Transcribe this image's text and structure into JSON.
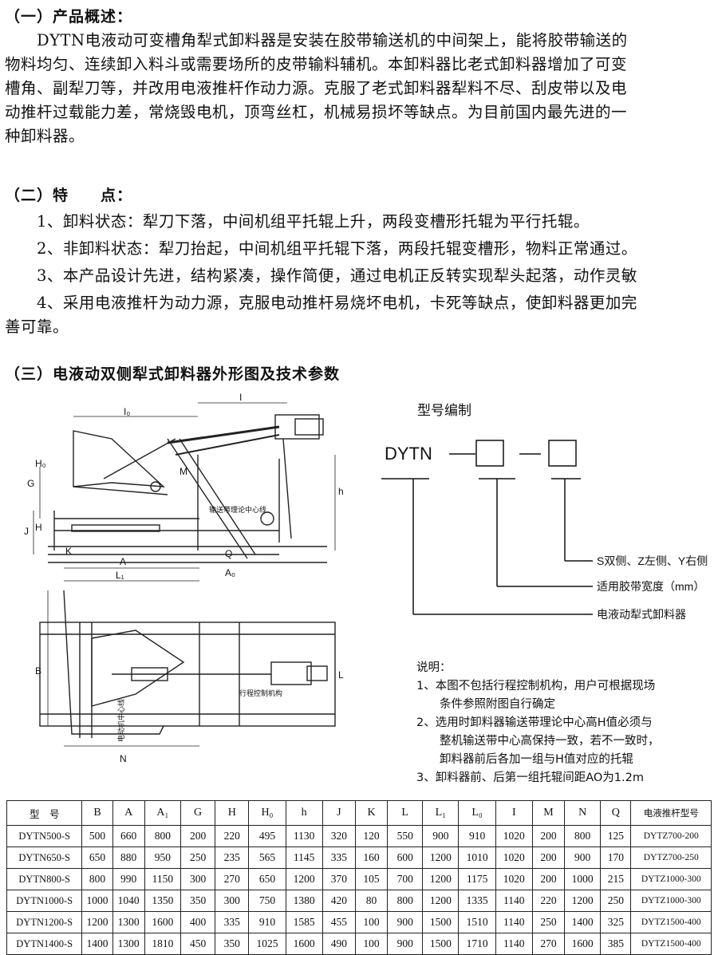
{
  "section1": {
    "title": "（一）产品概述：",
    "lines": [
      "DYTN电液动可变槽角犁式卸料器是安装在胶带输送机的中间架上，能将胶带输送的",
      "物料均匀、连续卸入料斗或需要场所的皮带输料辅机。本卸料器比老式卸料器增加了可变",
      "槽角、副犁刀等，并改用电液推杆作动力源。克服了老式卸料器犁料不尽、刮皮带以及电",
      "动推杆过载能力差，常烧毁电机，顶弯丝杠，机械易损坏等缺点。为目前国内最先进的一",
      "种卸料器。"
    ]
  },
  "section2": {
    "title": "（二）特　　点：",
    "items": [
      "1、卸料状态：犁刀下落，中间机组平托辊上升，两段变槽形托辊为平行托辊。",
      "2、非卸料状态：犁刀抬起，中间机组平托辊下落，两段托辊变槽形，物料正常通过。",
      "3、本产品设计先进，结构紧凑，操作简便，通过电机正反转实现犁头起落，动作灵敏",
      "4、采用电液推杆为动力源，克服电动推杆易烧坏电机，卡死等缺点，使卸料器更加完"
    ],
    "item4_cont": "善可靠。"
  },
  "section3": {
    "title": "（三）电液动双侧犁式卸料器外形图及技术参数"
  },
  "drawing": {
    "labels": {
      "I": "I",
      "I0": "I₀",
      "G": "G",
      "H0": "H₀",
      "M": "M",
      "h": "h",
      "J": "J",
      "H": "H",
      "K": "K",
      "A": "A",
      "L1": "L₁",
      "Q": "Q",
      "A0": "A₀",
      "B": "B",
      "N": "N",
      "L": "L",
      "conveyor_center": "输送带理论中心线",
      "travel_control": "行程控制机构",
      "motor_center": "电动机中心线"
    }
  },
  "model_code": {
    "title": "型号编制",
    "prefix": "DYTN",
    "legend": [
      "S双侧、Z左侧、Y右侧",
      "适用胶带宽度（mm）",
      "电液动犁式卸料器"
    ]
  },
  "notes": {
    "title": "说明：",
    "lines": [
      "1、本图不包括行程控制机构，用户可根据现场",
      "　　条件参照附图自行确定",
      "2、选用时卸料器输送带理论中心高H值必须与",
      "　　整机输送带中心高保持一致，若不一致时，",
      "　　卸料器前后各加一组与H值对应的托辊",
      "3、卸料器前、后第一组托辊间距AO为1.2m"
    ]
  },
  "table": {
    "headers": [
      "型　号",
      "B",
      "A",
      "A₁",
      "G",
      "H",
      "H₀",
      "h",
      "J",
      "K",
      "L",
      "L₁",
      "L₀",
      "I",
      "M",
      "N",
      "Q",
      "电液推杆型号"
    ],
    "rows": [
      [
        "DYTN500-S",
        "500",
        "660",
        "800",
        "200",
        "220",
        "495",
        "1130",
        "320",
        "120",
        "550",
        "900",
        "910",
        "1020",
        "200",
        "800",
        "125",
        "DYTZ700-200"
      ],
      [
        "DYTN650-S",
        "650",
        "880",
        "950",
        "250",
        "235",
        "565",
        "1145",
        "335",
        "160",
        "600",
        "1200",
        "1010",
        "1020",
        "200",
        "900",
        "170",
        "DYTZ700-250"
      ],
      [
        "DYTN800-S",
        "800",
        "990",
        "1150",
        "300",
        "270",
        "650",
        "1200",
        "370",
        "105",
        "700",
        "1200",
        "1175",
        "1020",
        "200",
        "1000",
        "215",
        "DYTZ1000-300"
      ],
      [
        "DYTN1000-S",
        "1000",
        "1040",
        "1350",
        "350",
        "300",
        "750",
        "1380",
        "420",
        "80",
        "800",
        "1200",
        "1335",
        "1140",
        "220",
        "1200",
        "250",
        "DYTZ1000-300"
      ],
      [
        "DYTN1200-S",
        "1200",
        "1300",
        "1600",
        "400",
        "335",
        "910",
        "1585",
        "455",
        "100",
        "900",
        "1500",
        "1510",
        "1140",
        "250",
        "1400",
        "325",
        "DYTZ1500-400"
      ],
      [
        "DYTN1400-S",
        "1400",
        "1300",
        "1810",
        "450",
        "350",
        "1025",
        "1600",
        "490",
        "100",
        "900",
        "1500",
        "1710",
        "1140",
        "270",
        "1600",
        "385",
        "DYTZ1500-400"
      ]
    ]
  }
}
